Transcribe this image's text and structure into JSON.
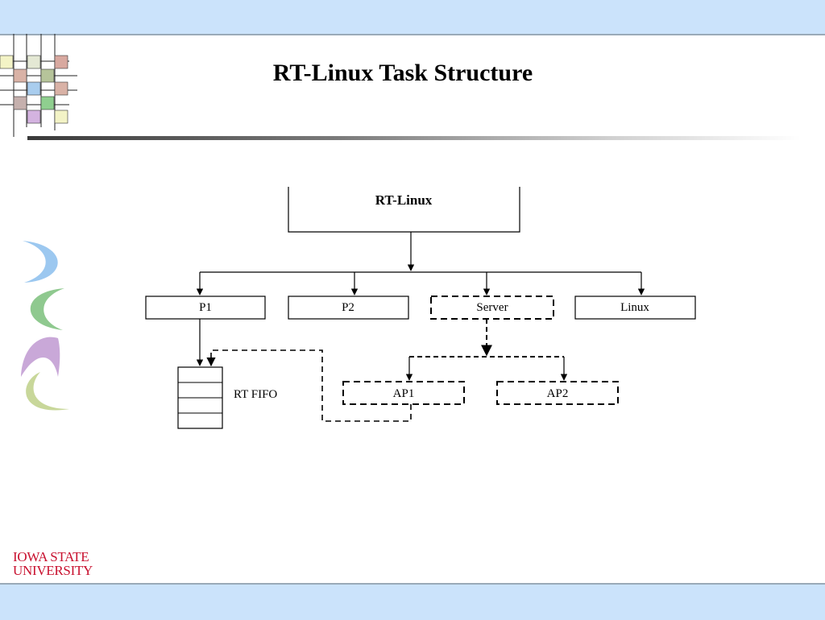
{
  "slide": {
    "title": "RT-Linux Task Structure"
  },
  "diagram": {
    "root": "RT-Linux",
    "tasks": [
      "P1",
      "P2",
      "Server",
      "Linux"
    ],
    "server_children": [
      "AP1",
      "AP2"
    ],
    "fifo_label": "RT FIFO"
  },
  "logo": {
    "line1": "IOWA STATE",
    "line2": "UNIVERSITY",
    "color": "#c8102e"
  },
  "colors": {
    "band": "#cbe3fb",
    "crescent_blue": "#9cc8f0",
    "crescent_green": "#8fc98f",
    "crescent_purple": "#c9a8d8",
    "crescent_olive": "#c8d79a"
  }
}
